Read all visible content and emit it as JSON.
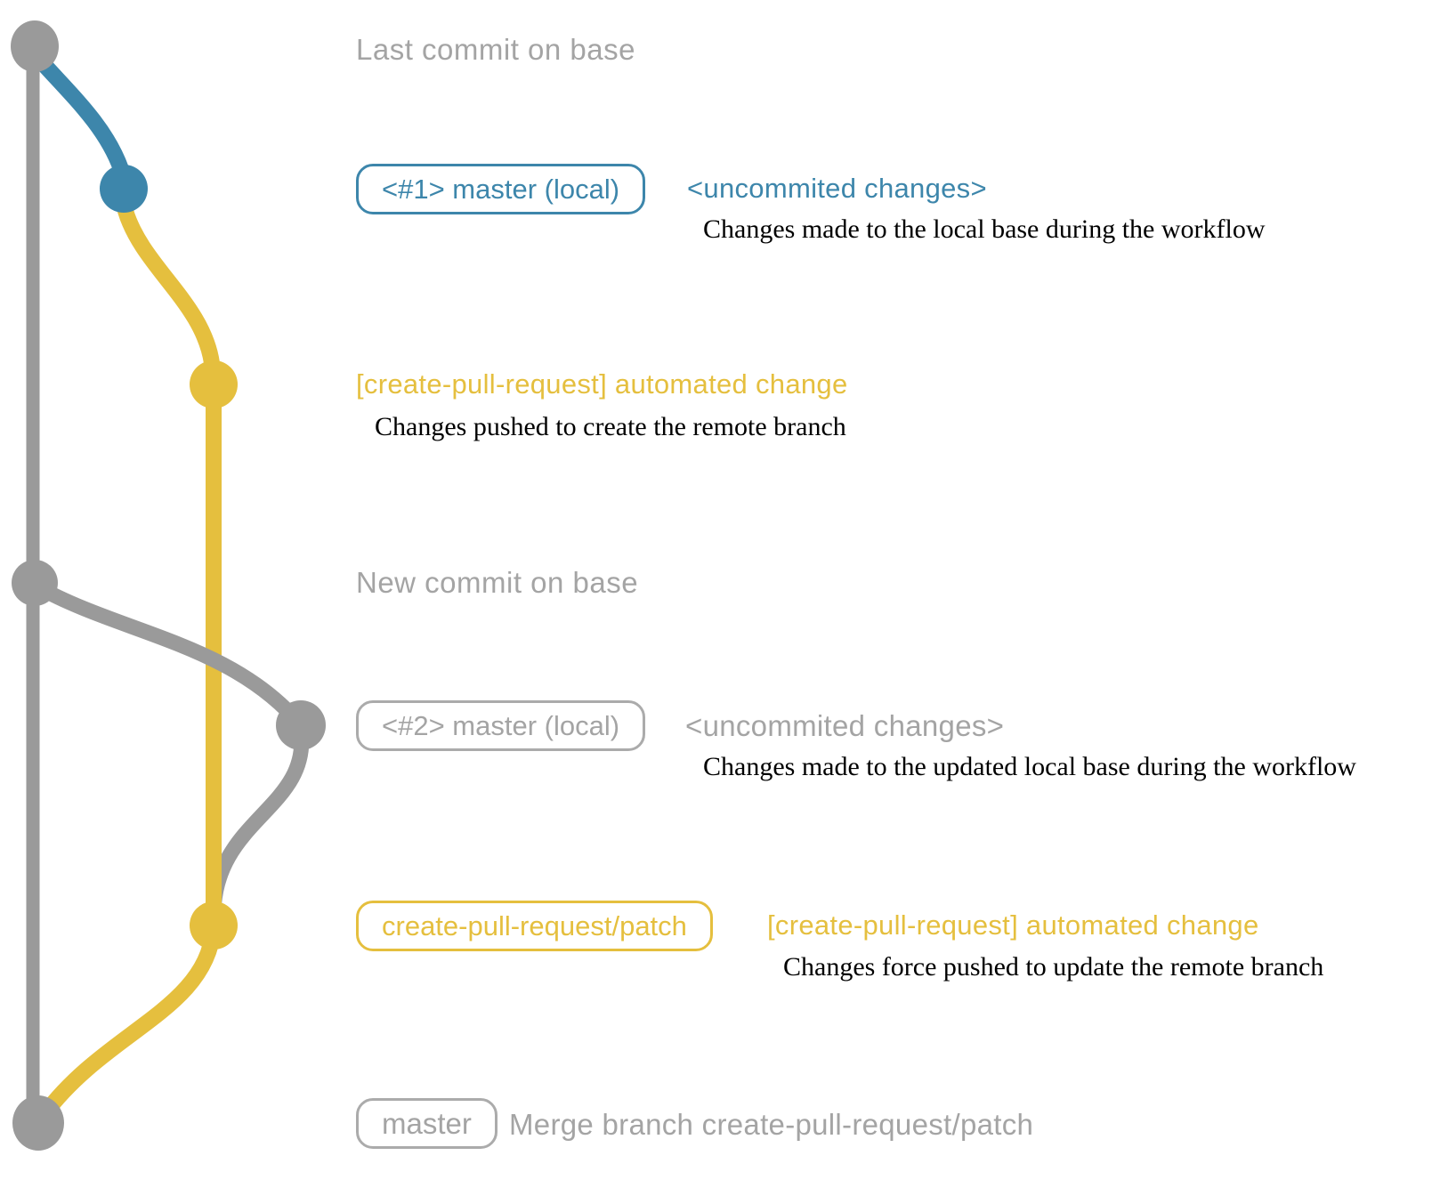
{
  "colors": {
    "blue": "#3d86ab",
    "yellow": "#e5bf3e",
    "gray": "#9a9a9a",
    "gray_text": "#a4a4a4",
    "gray_border": "#ababab",
    "black": "#000000"
  },
  "graph": {
    "branches": [
      {
        "name": "base",
        "color": "#9a9a9a"
      },
      {
        "name": "master-local-1",
        "color": "#3d86ab"
      },
      {
        "name": "create-pull-request/patch",
        "color": "#e5bf3e"
      },
      {
        "name": "master-local-2",
        "color": "#9a9a9a"
      }
    ],
    "commits": [
      {
        "name": "last-commit-on-base",
        "branch": "base"
      },
      {
        "name": "uncommited-changes-1",
        "branch": "master-local-1"
      },
      {
        "name": "automated-change-1",
        "branch": "create-pull-request/patch"
      },
      {
        "name": "new-commit-on-base",
        "branch": "base"
      },
      {
        "name": "uncommited-changes-2",
        "branch": "master-local-2"
      },
      {
        "name": "automated-change-2",
        "branch": "create-pull-request/patch"
      },
      {
        "name": "merge-commit",
        "branch": "base"
      }
    ]
  },
  "annotations": {
    "last_commit": {
      "label": "Last commit on base"
    },
    "row1": {
      "badge": "<#1> master (local)",
      "title": "<uncommited changes>",
      "desc": "Changes made to the local base during the workflow"
    },
    "row2": {
      "title": "[create-pull-request] automated change",
      "desc": "Changes pushed to create the remote branch"
    },
    "new_commit": {
      "label": "New commit on base"
    },
    "row3": {
      "badge": "<#2> master (local)",
      "title": "<uncommited changes>",
      "desc": "Changes made to the updated local base during the workflow"
    },
    "row4": {
      "badge": "create-pull-request/patch",
      "title": "[create-pull-request] automated change",
      "desc": "Changes force pushed to update the remote branch"
    },
    "row5": {
      "badge": "master",
      "title": "Merge branch create-pull-request/patch"
    }
  }
}
